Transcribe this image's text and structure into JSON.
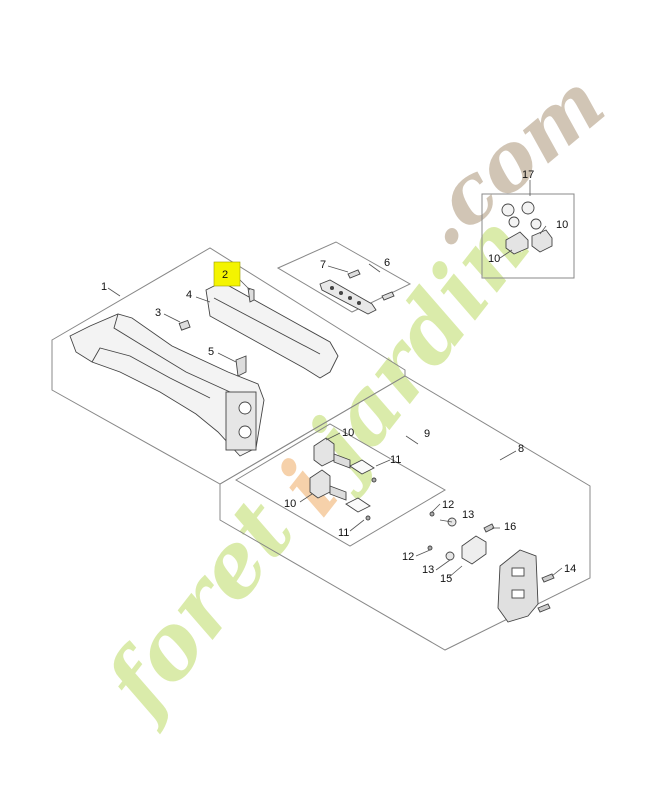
{
  "diagram": {
    "callouts": [
      {
        "id": "c1",
        "label": "1"
      },
      {
        "id": "c2",
        "label": "2",
        "highlight": true
      },
      {
        "id": "c3",
        "label": "3"
      },
      {
        "id": "c4",
        "label": "4"
      },
      {
        "id": "c5",
        "label": "5"
      },
      {
        "id": "c6",
        "label": "6"
      },
      {
        "id": "c7",
        "label": "7"
      },
      {
        "id": "c8",
        "label": "8"
      },
      {
        "id": "c9",
        "label": "9"
      },
      {
        "id": "c10a",
        "label": "10"
      },
      {
        "id": "c10b",
        "label": "10"
      },
      {
        "id": "c10c",
        "label": "10"
      },
      {
        "id": "c10d",
        "label": "10"
      },
      {
        "id": "c11a",
        "label": "11"
      },
      {
        "id": "c11b",
        "label": "11"
      },
      {
        "id": "c12a",
        "label": "12"
      },
      {
        "id": "c12b",
        "label": "12"
      },
      {
        "id": "c13a",
        "label": "13"
      },
      {
        "id": "c13b",
        "label": "13"
      },
      {
        "id": "c14",
        "label": "14"
      },
      {
        "id": "c15",
        "label": "15"
      },
      {
        "id": "c16",
        "label": "16"
      },
      {
        "id": "c17",
        "label": "17"
      }
    ],
    "highlight_color": "#f4f400"
  },
  "watermark": {
    "text_green": "foret",
    "text_orange": "i",
    "text_green2": "jardin",
    "text_brown": ".com",
    "colors": {
      "green": "#d9eaa6",
      "orange": "#f6cfa6",
      "brown": "#cfc2b2"
    }
  }
}
